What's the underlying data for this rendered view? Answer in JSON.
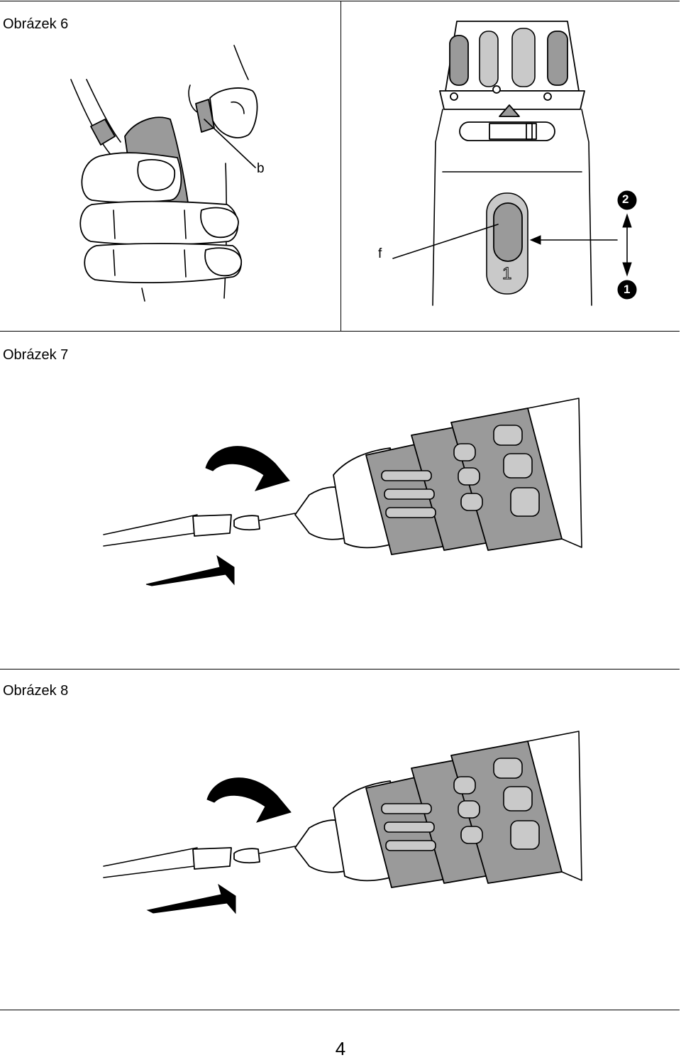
{
  "figures": {
    "fig6": {
      "caption": "Obrázek 6",
      "labels": {
        "b": "b",
        "f": "f",
        "pos1": "1",
        "pos2": "2",
        "switch_mark": "1"
      }
    },
    "fig7": {
      "caption": "Obrázek 7"
    },
    "fig8": {
      "caption": "Obrázek 8"
    }
  },
  "page_number": "4"
}
